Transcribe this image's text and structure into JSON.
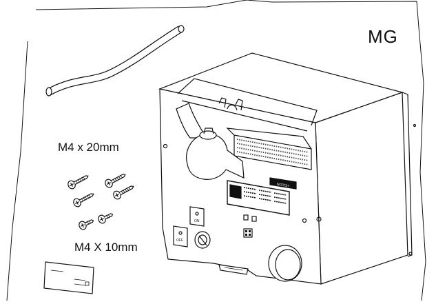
{
  "kit_code": "MG",
  "screws": {
    "long_label": "M4 x 20mm",
    "short_label": "M4 X 10mm"
  },
  "device": {
    "on_button_text": "ON",
    "off_button_text": "OFF",
    "brand_plate_text": "NOTCH"
  },
  "colors": {
    "line": "#111111",
    "background": "#ffffff",
    "hatch": "#555555"
  }
}
